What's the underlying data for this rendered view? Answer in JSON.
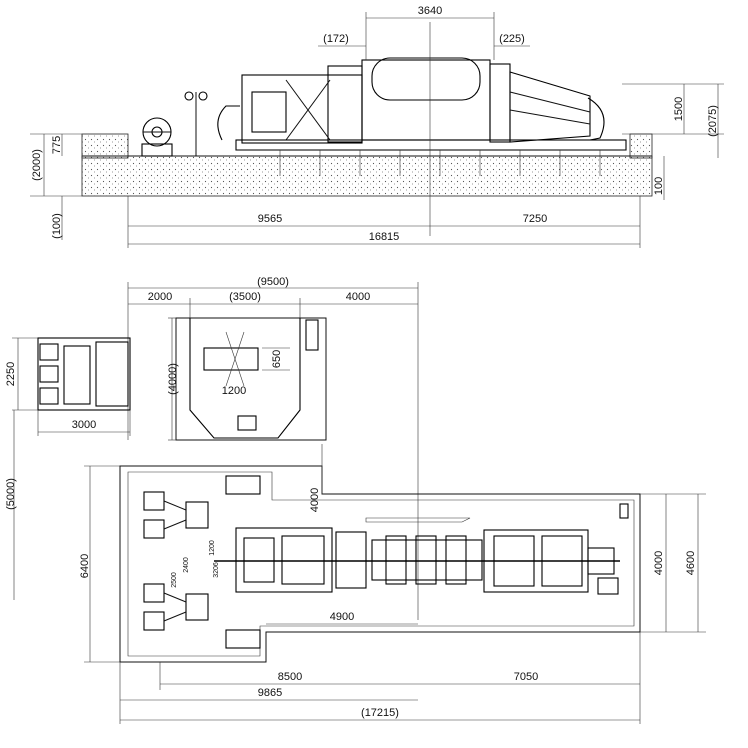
{
  "elevation": {
    "dims": {
      "top_width": "3640",
      "left_offset": "(172)",
      "right_offset": "(225)",
      "height_1500": "1500",
      "height_2075": "(2075)",
      "left_height_775": "775",
      "left_height_2000": "(2000)",
      "left_depth_100": "(100)",
      "right_depth_100": "100",
      "span_9565": "9565",
      "span_7250": "7250",
      "total_16815": "16815"
    }
  },
  "plan": {
    "dims": {
      "top_9500": "(9500)",
      "top_2000": "2000",
      "top_3500": "(3500)",
      "top_4000": "4000",
      "panel_height_2250": "2250",
      "panel_width_3000": "3000",
      "room_height_4000": "(4000)",
      "room_650": "650",
      "room_1200": "1200",
      "left_5000": "(5000)",
      "left_6400": "6400",
      "pit_4000_vertical": "4000",
      "right_4000": "4000",
      "right_4600": "4600",
      "mid_4900": "4900",
      "small_2400": "2400",
      "small_1200": "1200",
      "small_2500": "2500",
      "small_3206": "3206",
      "bottom_8500": "8500",
      "bottom_7050": "7050",
      "bottom_9865": "9865",
      "bottom_17215": "(17215)"
    }
  }
}
